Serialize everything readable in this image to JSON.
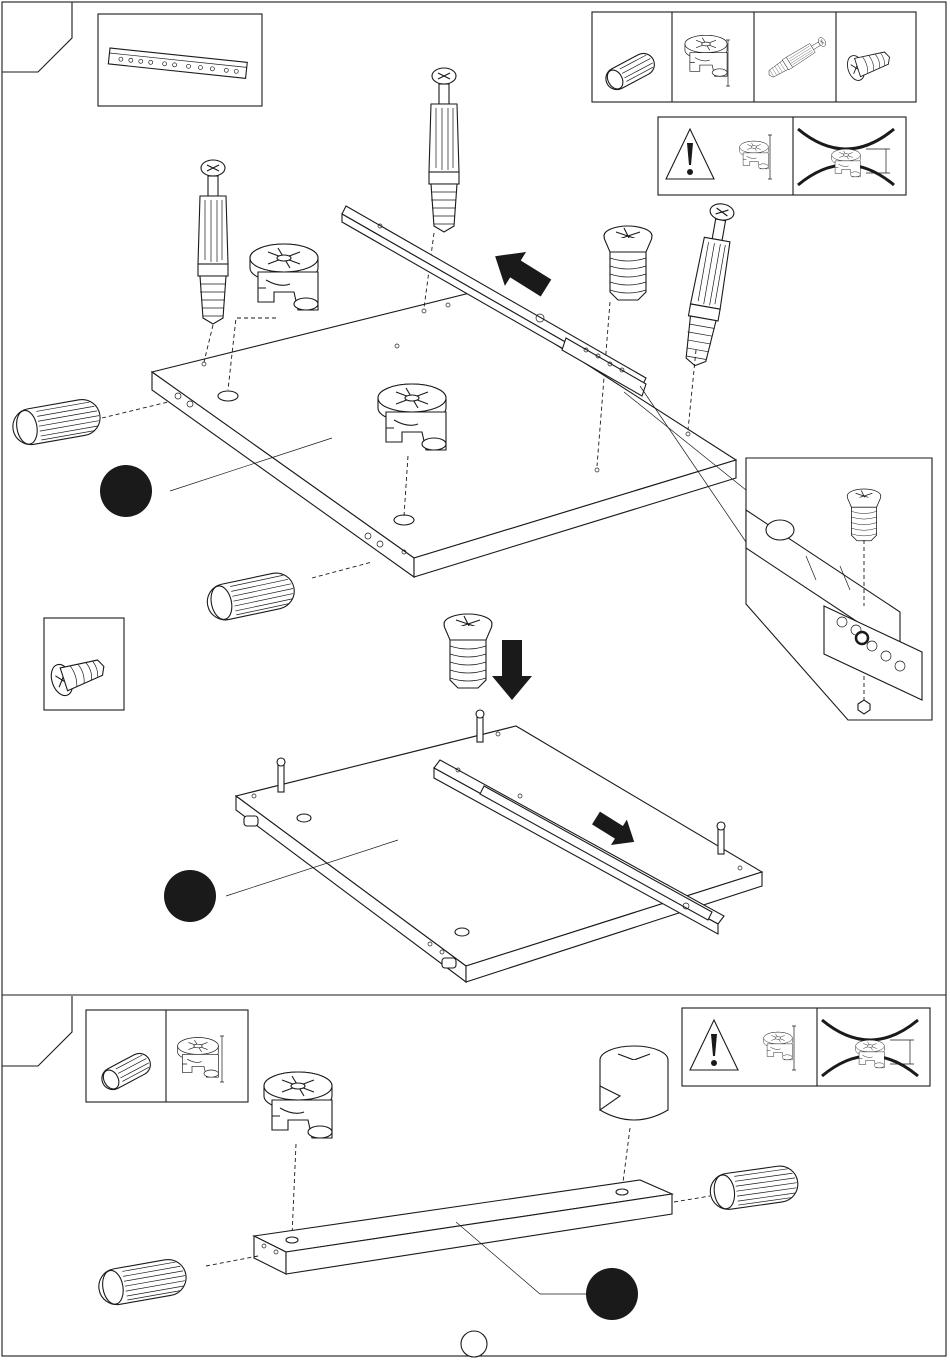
{
  "document": {
    "type": "furniture assembly instructions",
    "colors": {
      "ink": "#1a1a1a",
      "paper": "#ffffff",
      "callout_fill": "#1a1a1a"
    },
    "steps": [
      {
        "step_number": "",
        "parts_box": [
          "drawer-slide-rail"
        ],
        "hardware_box": [
          "wooden-dowel",
          "cam-lock",
          "cam-bolt",
          "screw"
        ],
        "warning_box": [
          "warning-triangle-icon",
          "cam-lock-orientation",
          "wrong-orientation-crossed"
        ],
        "panel_callouts": [
          "",
          ""
        ],
        "arrows": [
          "slide-direction-arrow",
          "insert-arrow",
          "slide-direction-arrow"
        ]
      },
      {
        "step_number": "",
        "hardware_box": [
          "wooden-dowel",
          "cam-lock"
        ],
        "warning_box": [
          "warning-triangle-icon",
          "cam-lock-orientation",
          "wrong-orientation-crossed"
        ],
        "panel_callouts": [
          ""
        ]
      }
    ],
    "page_number": ""
  }
}
